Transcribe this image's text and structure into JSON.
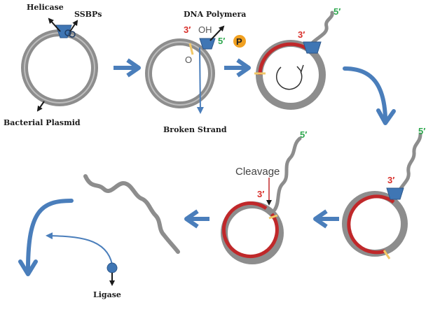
{
  "labels": {
    "helicase": "Helicase",
    "ssbps": "SSBPs",
    "plasmid": "Bacterial Plasmid",
    "polymerase": "DNA Polymera",
    "broken_strand": "Broken Strand",
    "ligase": "Ligase",
    "cleavage": "Cleavage",
    "oh": "OH",
    "o": "O",
    "phosphate": "P",
    "end3": "3′",
    "end5": "5′"
  },
  "colors": {
    "arrow": "#4a7ebb",
    "strand": "#8d8d8d",
    "new_strand": "#c0282a",
    "polymerase": "#3f76b4",
    "phosphate": "#f0a020",
    "nick": "#f2c868"
  }
}
